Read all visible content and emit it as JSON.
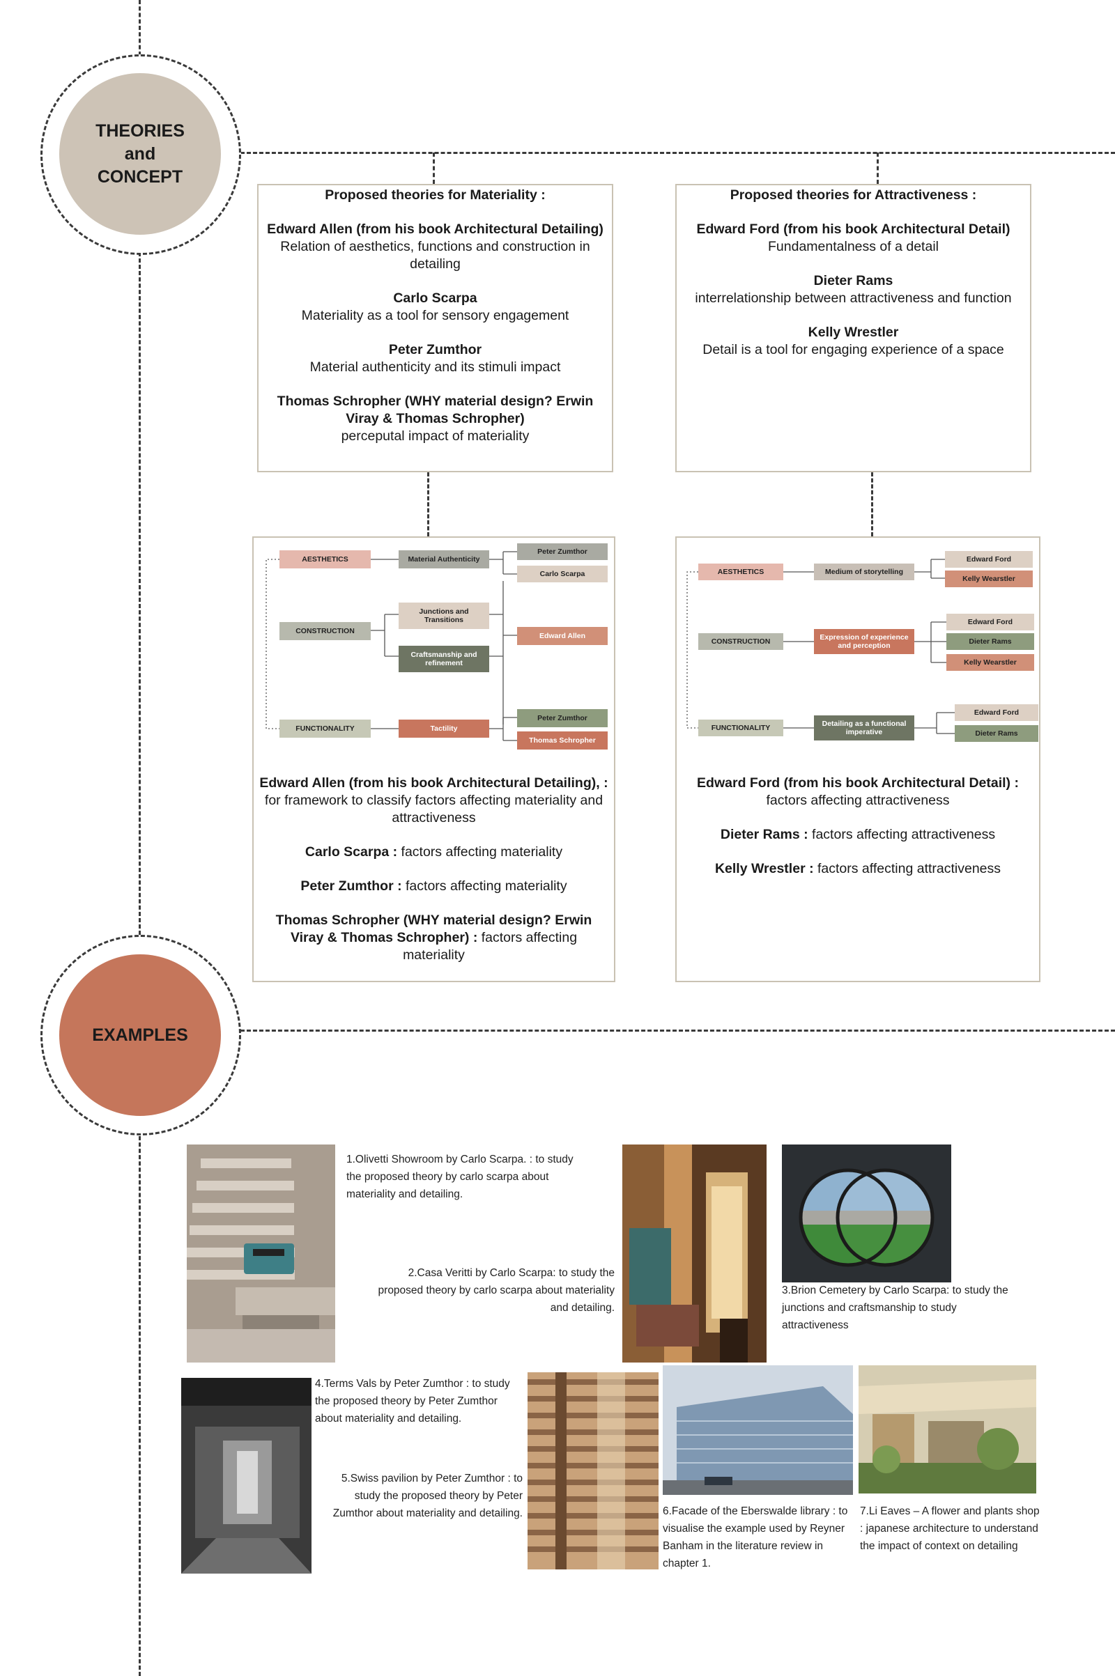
{
  "sections": {
    "theories": "THEORIES\nand\nCONCEPT",
    "examples": "EXAMPLES"
  },
  "colors": {
    "theories_disc": "#cdc3b6",
    "examples_disc": "#c5765b",
    "pink": "#e5b8ad",
    "grey": "#b7b9ad",
    "beige": "#ddd0c4",
    "terracotta": "#c8765e",
    "olive": "#8e9c7e",
    "dark_olive": "#6e7563"
  },
  "materiality_box": {
    "title": "Proposed theories for Materiality :",
    "entries": [
      {
        "name": "Edward Allen (from his book Architectural Detailing)",
        "desc": "Relation of aesthetics, functions and construction in detailing"
      },
      {
        "name": "Carlo Scarpa",
        "desc": "Materiality as a tool for sensory engagement"
      },
      {
        "name": "Peter Zumthor",
        "desc": "Material authenticity and its stimuli impact"
      },
      {
        "name": "Thomas Schropher (WHY material design? Erwin Viray & Thomas Schropher)",
        "desc": "perceputal impact of materiality"
      }
    ]
  },
  "attractiveness_box": {
    "title": "Proposed theories for Attractiveness :",
    "entries": [
      {
        "name": "Edward Ford (from his book Architectural Detail)",
        "desc": "Fundamentalness of a detail"
      },
      {
        "name": "Dieter Rams",
        "desc": "interrelationship between attractiveness and function"
      },
      {
        "name": "Kelly Wrestler",
        "desc": "Detail is a tool for engaging experience of a space"
      }
    ]
  },
  "materiality_tree": {
    "nodes": {
      "aesthetics": "AESTHETICS",
      "construction": "CONSTRUCTION",
      "functionality": "FUNCTIONALITY",
      "material_authenticity": "Material Authenticity",
      "junctions": "Junctions and Transitions",
      "craftsmanship": "Craftsmanship and refinement",
      "tactility": "Tactility",
      "peter_zumthor_1": "Peter Zumthor",
      "carlo_scarpa": "Carlo Scarpa",
      "edward_allen": "Edward Allen",
      "peter_zumthor_2": "Peter Zumthor",
      "thomas_schropher": "Thomas Schropher"
    },
    "notes": [
      {
        "name": "Edward Allen (from his book Architectural Detailing), :",
        "desc": "for framework to classify factors affecting materiality and attractiveness"
      },
      {
        "name": "Carlo Scarpa :",
        "desc": "factors affecting materiality"
      },
      {
        "name": "Peter Zumthor :",
        "desc": "factors affecting materiality"
      },
      {
        "name": "Thomas Schropher (WHY material design? Erwin Viray & Thomas Schropher) :",
        "desc": "factors affecting materiality"
      }
    ]
  },
  "attractiveness_tree": {
    "nodes": {
      "aesthetics": "AESTHETICS",
      "construction": "CONSTRUCTION",
      "functionality": "FUNCTIONALITY",
      "storytelling": "Medium of storytelling",
      "expression": "Expression of experience and perception",
      "detailing": "Detailing as a functional imperative",
      "edward_ford_1": "Edward Ford",
      "kelly_1": "Kelly Wearstler",
      "edward_ford_2": "Edward Ford",
      "dieter_1": "Dieter Rams",
      "kelly_2": "Kelly Wearstler",
      "edward_ford_3": "Edward Ford",
      "dieter_2": "Dieter Rams"
    },
    "notes": [
      {
        "name": "Edward Ford (from his book Architectural Detail) :",
        "desc": "factors affecting attractiveness"
      },
      {
        "name": "Dieter Rams :",
        "desc": "factors affecting attractiveness"
      },
      {
        "name": "Kelly Wrestler :",
        "desc": "factors affecting attractiveness"
      }
    ]
  },
  "examples": [
    "1.Olivetti Showroom by Carlo Scarpa. : to study the proposed theory by carlo scarpa about materiality and detailing.",
    "2.Casa Veritti by Carlo Scarpa: to study the proposed theory by carlo scarpa about materiality and detailing.",
    "3.Brion Cemetery by Carlo Scarpa: to study the junctions and craftsmanship to study attractiveness",
    "4.Terms Vals by Peter Zumthor : to study the proposed theory by Peter Zumthor about materiality and detailing.",
    "5.Swiss pavilion by Peter Zumthor : to study the proposed theory by Peter Zumthor about materiality and detailing.",
    "6.Facade of the Eberswalde library : to visualise the example used by Reyner Banham in the literature review in chapter 1.",
    "7.Li Eaves – A flower and plants shop : japanese architecture to understand the impact of context on detailing"
  ]
}
